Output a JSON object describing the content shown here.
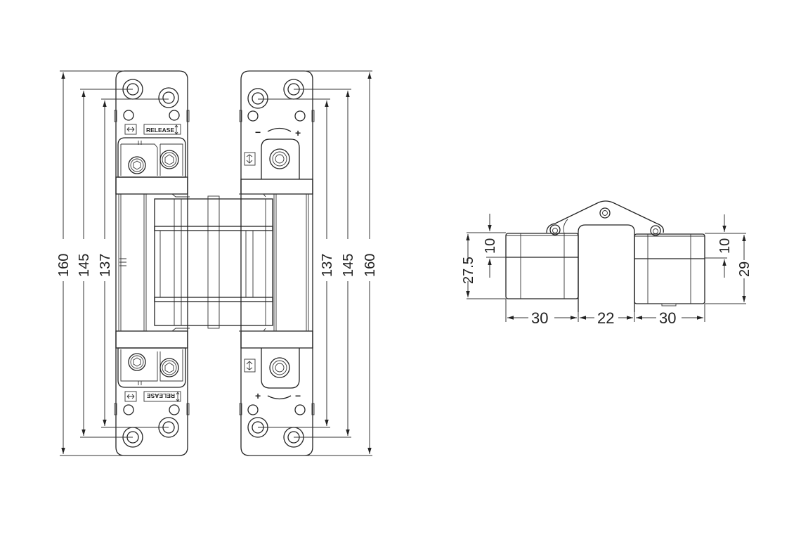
{
  "drawing": {
    "front_view": {
      "left_dimensions": [
        "160",
        "145",
        "137"
      ],
      "right_dimensions": [
        "137",
        "145",
        "160"
      ],
      "labels": {
        "release_top": "RELEASE",
        "release_bottom": "RELEASE",
        "minus_top": "−",
        "plus_top": "+",
        "plus_bottom": "+",
        "minus_bottom": "−"
      }
    },
    "side_view": {
      "height_left": "27.5",
      "offset_left": "10",
      "offset_right": "10",
      "height_right": "29",
      "width_left": "30",
      "width_center": "22",
      "width_right": "30"
    },
    "colors": {
      "line": "#222222",
      "background": "#ffffff"
    }
  }
}
